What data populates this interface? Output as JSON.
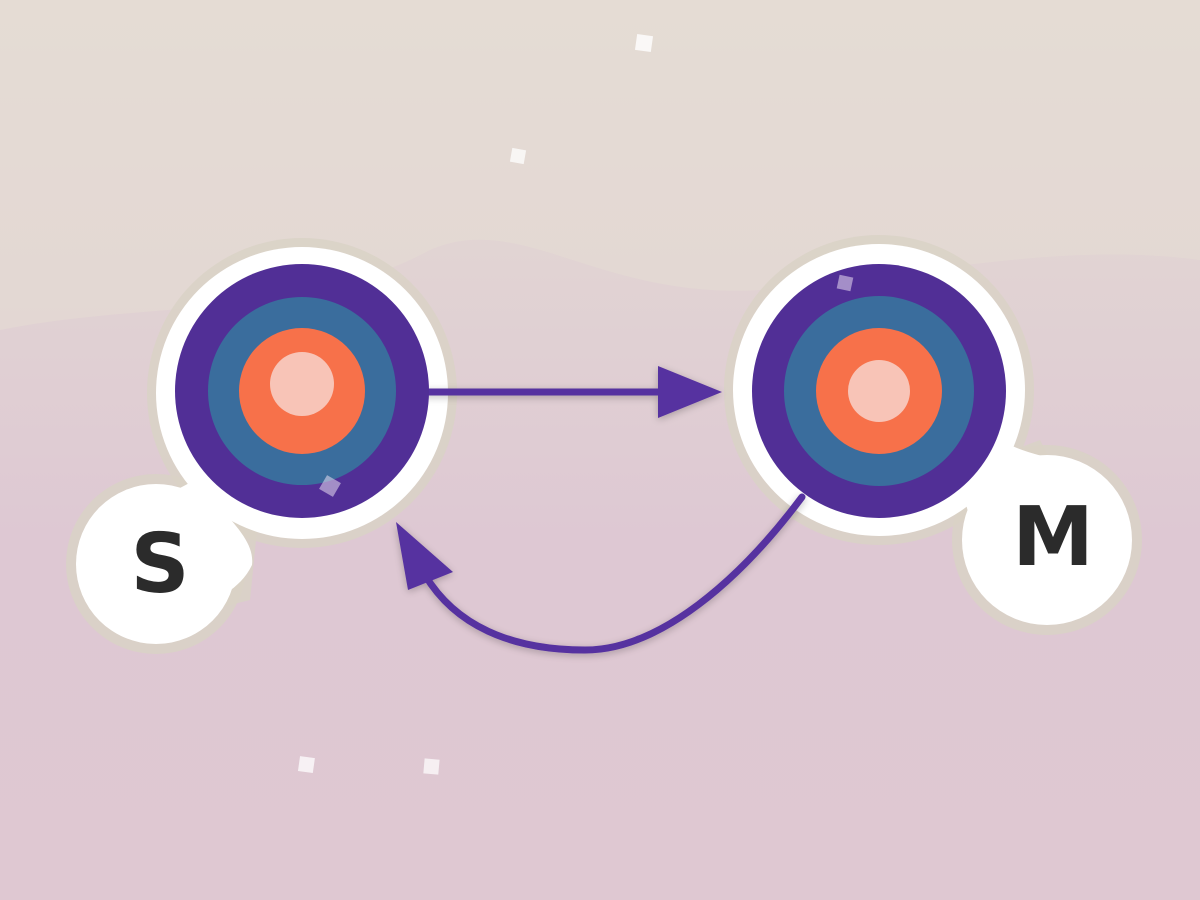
{
  "colors": {
    "background_top": "#e4dcd5",
    "background_bottom": "#dec6d2",
    "halo": "#d9d2c5",
    "badge_fill": "#ffffff",
    "ring_outer": "#512f96",
    "ring_mid": "#3a6d9d",
    "ring_inner": "#f7714a",
    "core": "#f8c4b7",
    "arrow": "#5630a0",
    "label_text": "#2b2b2b",
    "sparkle": "#ffffff"
  },
  "nodes": [
    {
      "id": "source",
      "label": "S"
    },
    {
      "id": "target",
      "label": "M"
    }
  ],
  "edges": [
    {
      "from": "source",
      "to": "target",
      "shape": "straight"
    },
    {
      "from": "target",
      "to": "source",
      "shape": "curved"
    }
  ]
}
